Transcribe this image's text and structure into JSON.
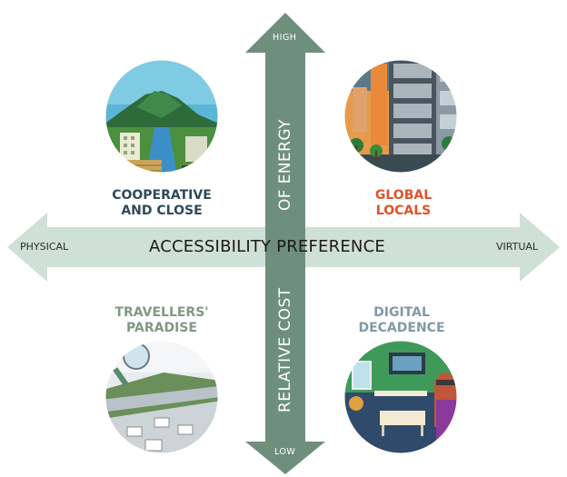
{
  "axes": {
    "horizontal": {
      "label": "ACCESSIBILITY PREFERENCE",
      "left_end": "PHYSICAL",
      "right_end": "VIRTUAL"
    },
    "vertical": {
      "top_text": "OF ENERGY",
      "bottom_text": "RELATIVE COST",
      "top_end": "HIGH",
      "bottom_end": "LOW"
    }
  },
  "quadrants": {
    "top_left": {
      "line1": "COOPERATIVE",
      "line2": "AND CLOSE",
      "color": "#2d4a5a",
      "illustration": "rural-valley-with-mountain-and-solar-field"
    },
    "top_right": {
      "line1": "GLOBAL",
      "line2": "LOCALS",
      "color": "#e0522a",
      "illustration": "city-apartment-tower-with-street"
    },
    "bottom_left": {
      "line1": "TRAVELLERS'",
      "line2": "PARADISE",
      "color": "#7e9a84",
      "illustration": "highway-with-cars-and-travellers"
    },
    "bottom_right": {
      "line1": "DIGITAL",
      "line2": "DECADENCE",
      "color": "#7f9aa8",
      "illustration": "living-room-with-virtual-reality-user"
    }
  },
  "colors": {
    "arrow_horizontal": "#cfe0d6",
    "arrow_vertical": "#6f8f7d"
  }
}
